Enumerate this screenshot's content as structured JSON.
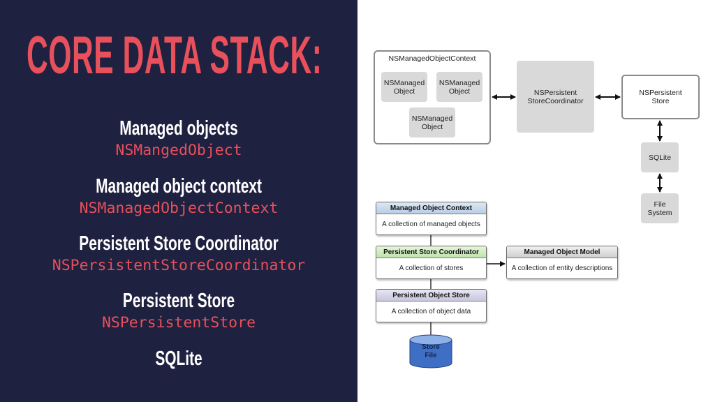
{
  "left": {
    "title": "CORE DATA STACK:",
    "items": [
      {
        "heading": "Managed objects",
        "code": "NSMangedObject"
      },
      {
        "heading": "Managed object context",
        "code": "NSManagedObjectContext"
      },
      {
        "heading": "Persistent Store Coordinator",
        "code": "NSPersistentStoreCoordinator"
      },
      {
        "heading": "Persistent Store",
        "code": "NSPersistentStore"
      },
      {
        "heading": "SQLite",
        "code": ""
      }
    ]
  },
  "diagram1": {
    "context_label": "NSManagedObjectContext",
    "managed_object_1": "NSManaged\nObject",
    "managed_object_2": "NSManaged\nObject",
    "managed_object_3": "NSManaged\nObject",
    "coordinator": "NSPersistent\nStoreCoordinator",
    "store": "NSPersistent\nStore",
    "sqlite": "SQLite",
    "file_system": "File\nSystem"
  },
  "diagram2": {
    "context": {
      "title": "Managed Object Context",
      "body": "A collection of managed objects"
    },
    "coordinator": {
      "title": "Persistent Store Coordinator",
      "body": "A collection of stores"
    },
    "model": {
      "title": "Managed Object Model",
      "body": "A collection of entity descriptions"
    },
    "store": {
      "title": "Persistent Object Store",
      "body": "A collection of object data"
    },
    "file": "Store\nFile"
  },
  "colors": {
    "left_background": "#1f2140",
    "accent_red": "#e8505b",
    "heading_white": "#ffffff",
    "box_grey": "#d9d9d9"
  }
}
